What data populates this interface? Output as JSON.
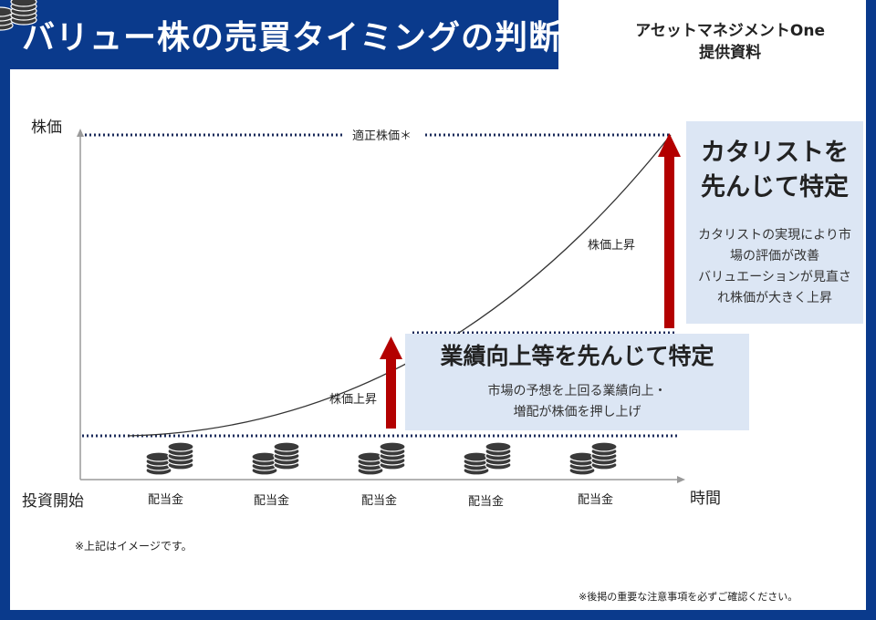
{
  "header": {
    "title": "バリュー株の売買タイミングの判断",
    "company_line1": "アセットマネジメントOne",
    "company_line2": "提供資料"
  },
  "diagram": {
    "y_axis_label": "株価",
    "x_axis_label": "時間",
    "origin_label": "投資開始",
    "fair_price_label": "適正株価＊",
    "rise_label_1": "株価上昇",
    "rise_label_2": "株価上昇",
    "dividends": [
      "配当金",
      "配当金",
      "配当金",
      "配当金",
      "配当金"
    ]
  },
  "box_catalyst": {
    "heading_line1": "カタリストを",
    "heading_line2": "先んじて特定",
    "body_lines": [
      "カタリストの実現により市",
      "場の評価が改善",
      "バリュエーションが見直さ",
      "れ株価が大きく上昇"
    ]
  },
  "box_earnings": {
    "heading": "業績向上等を先んじて特定",
    "body_lines": [
      "市場の予想を上回る業績向上・",
      "増配が株価を押し上げ"
    ]
  },
  "notes": {
    "image_note": "※上記はイメージです。",
    "disclaimer": "※後掲の重要な注意事項を必ずご確認ください。"
  },
  "colors": {
    "brand_navy": "#0a3a8c",
    "arrow_red": "#b30000",
    "box_fill": "#dce6f4"
  },
  "icons": {
    "coin": "coin-stack-icon",
    "arrow": "up-arrow-icon"
  }
}
